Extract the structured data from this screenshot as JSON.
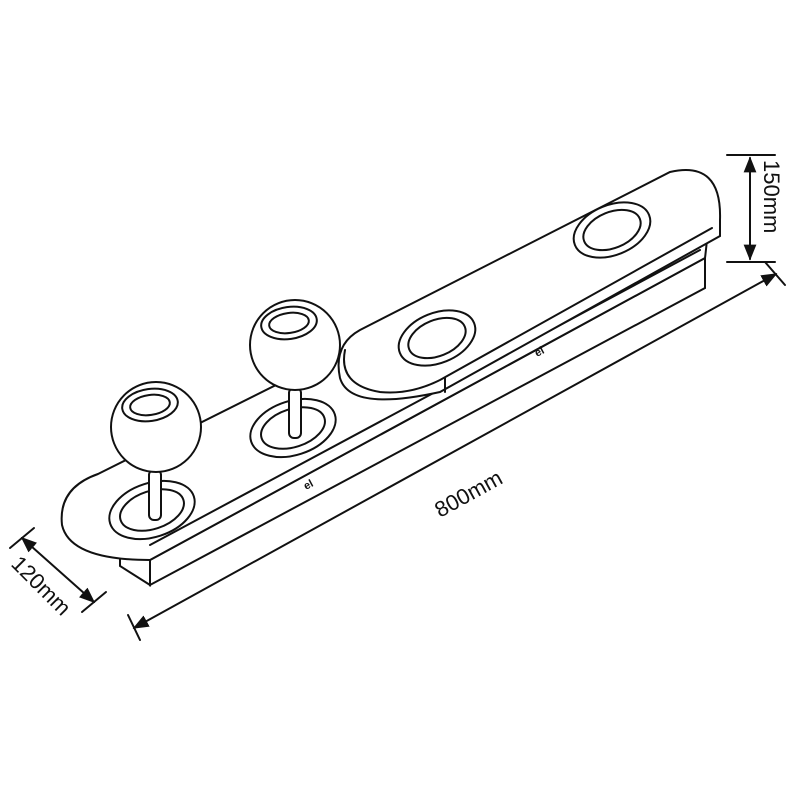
{
  "dimensions": {
    "height": "150mm",
    "depth": "120mm",
    "length": "800mm"
  },
  "logo_mark": "el",
  "colors": {
    "line": "#111111",
    "background": "#ffffff"
  }
}
